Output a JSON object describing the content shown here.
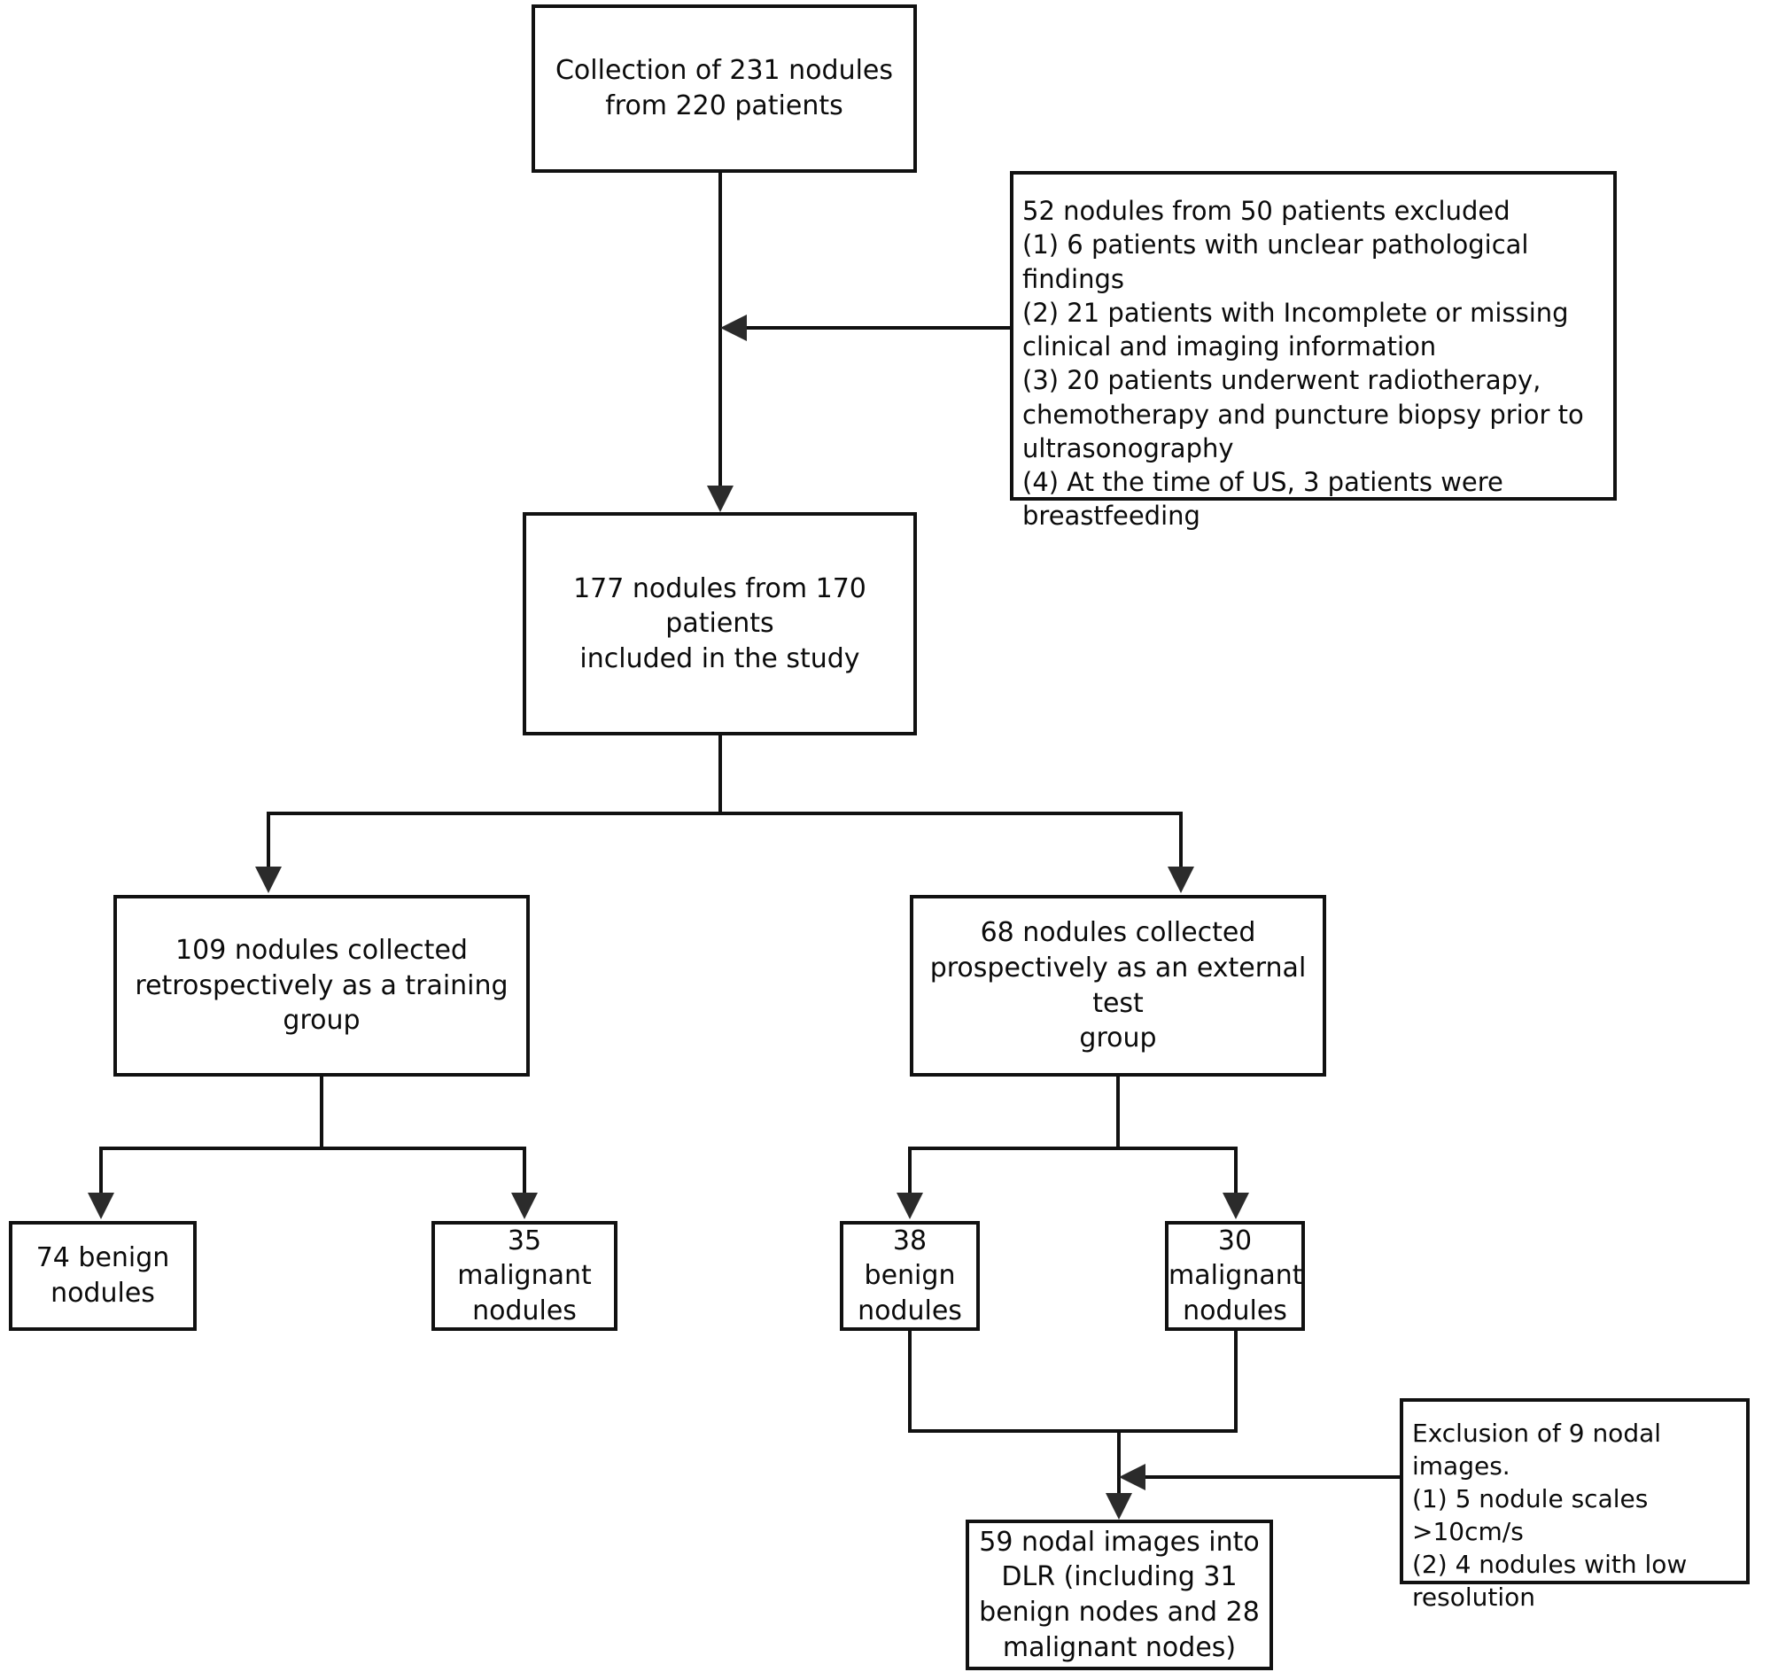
{
  "diagram": {
    "type": "flowchart",
    "title": "Study patient and nodule selection flowchart",
    "orientation": "top-down",
    "line_color": "#111111",
    "box_fill": "#ffffff",
    "text_color": "#0b0b0b",
    "nodes": {
      "collection": {
        "id": "collection",
        "text": "Collection of 231 nodules\nfrom 220 patients",
        "align": "center"
      },
      "exclusion_top": {
        "id": "exclusion_top",
        "text": "52 nodules from 50 patients excluded\n   (1)   6 patients with unclear pathological findings\n   (2)   21 patients with Incomplete or missing\nclinical and imaging information\n   (3)   20 patients underwent radiotherapy,\nchemotherapy and puncture biopsy prior to\nultrasonography\n   (4)   At the time of US, 3 patients were\nbreastfeeding",
        "align": "left"
      },
      "included": {
        "id": "included",
        "text": "177 nodules from 170 patients\nincluded in the study",
        "align": "center"
      },
      "training": {
        "id": "training",
        "text": "109 nodules collected\nretrospectively as a training\ngroup",
        "align": "center"
      },
      "testing": {
        "id": "testing",
        "text": "68 nodules collected\nprospectively as an external test\ngroup",
        "align": "center"
      },
      "train_benign": {
        "id": "train_benign",
        "text": "74 benign\nnodules",
        "align": "center"
      },
      "train_malignant": {
        "id": "train_malignant",
        "text": "35 malignant\nnodules",
        "align": "center"
      },
      "test_benign": {
        "id": "test_benign",
        "text": "38 benign\nnodules",
        "align": "center"
      },
      "test_malignant": {
        "id": "test_malignant",
        "text": "30 malignant\nnodules",
        "align": "center"
      },
      "exclusion_bottom": {
        "id": "exclusion_bottom",
        "text": "Exclusion of 9 nodal images.\n(1) 5 nodule scales >10cm/s\n(2) 4 nodules with low\nresolution",
        "align": "left"
      },
      "dlr": {
        "id": "dlr",
        "text": "59 nodal images into\nDLR (including 31\nbenign nodes and 28\nmalignant nodes)",
        "align": "center"
      }
    },
    "counts": {
      "initial_nodules": 231,
      "initial_patients": 220,
      "excluded_nodules": 52,
      "excluded_patients": 50,
      "excluded_unclear_pathology": 6,
      "excluded_incomplete_info": 21,
      "excluded_prior_treatment": 20,
      "excluded_breastfeeding": 3,
      "included_nodules": 177,
      "included_patients": 170,
      "training_nodules": 109,
      "testing_nodules": 68,
      "training_benign": 74,
      "training_malignant": 35,
      "testing_benign": 38,
      "testing_malignant": 30,
      "excluded_nodal_images": 9,
      "excluded_high_scale": 5,
      "excluded_low_resolution": 4,
      "dlr_images": 59,
      "dlr_benign": 31,
      "dlr_malignant": 28
    },
    "edges": [
      {
        "from": "collection",
        "to": "included",
        "style": "arrow-down"
      },
      {
        "from": "exclusion_top",
        "to": "collection-included-link",
        "style": "arrow-left"
      },
      {
        "from": "included",
        "to": "training",
        "style": "arrow-down"
      },
      {
        "from": "included",
        "to": "testing",
        "style": "arrow-down"
      },
      {
        "from": "training",
        "to": "train_benign",
        "style": "arrow-down"
      },
      {
        "from": "training",
        "to": "train_malignant",
        "style": "arrow-down"
      },
      {
        "from": "testing",
        "to": "test_benign",
        "style": "arrow-down"
      },
      {
        "from": "testing",
        "to": "test_malignant",
        "style": "arrow-down"
      },
      {
        "from": "test_benign",
        "to": "dlr",
        "style": "arrow-down"
      },
      {
        "from": "test_malignant",
        "to": "dlr",
        "style": "arrow-down"
      },
      {
        "from": "exclusion_bottom",
        "to": "dlr-link",
        "style": "arrow-left"
      }
    ]
  }
}
